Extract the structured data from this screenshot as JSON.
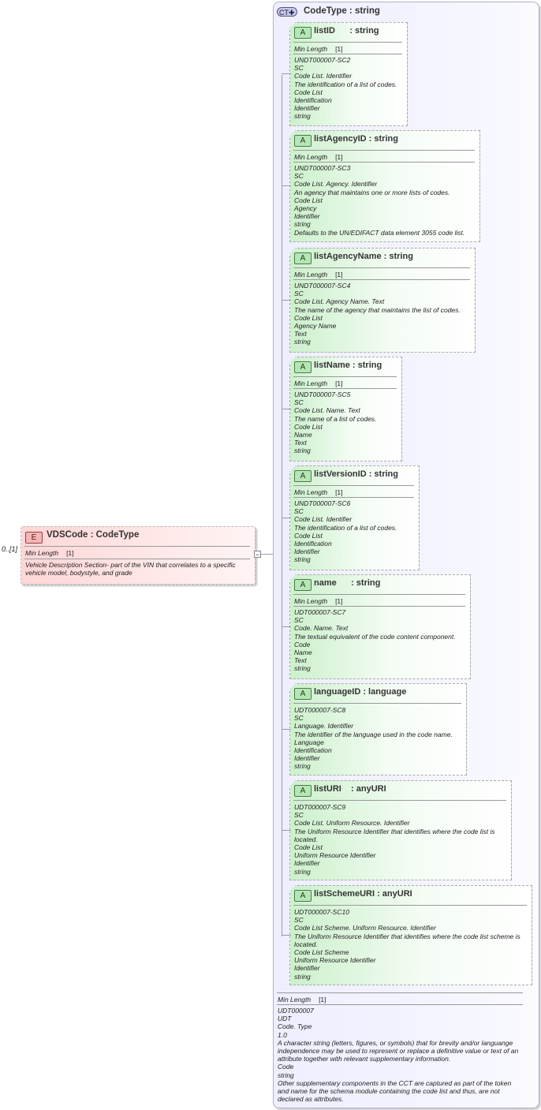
{
  "element": {
    "badge": "E",
    "title": "VDSCode : CodeType",
    "cardinality": "0..[1]",
    "facet_name": "Min Length",
    "facet_value": "[1]",
    "doc": "Vehicle Description Section- part of the VIN that correlates to a specific vehicle model, bodystyle, and grade"
  },
  "complex_type": {
    "badge": "CT",
    "title": "CodeType : string",
    "facet_name": "Min Length",
    "facet_value": "[1]",
    "doc": "UDT000007\nUDT\nCode. Type\n1.0\nA character string (letters, figures, or symbols) that for brevity and/or languange independence may be used to represent or replace a definitive value or text of an attribute together with relevant supplementary information.\nCode\nstring\nOther supplementary components in the CCT are captured as part of the token and name for the schema module containing the code list and thus, are not declared as attributes."
  },
  "attributes": [
    {
      "badge": "A",
      "title": "listID      : string",
      "facet_name": "Min Length",
      "facet_value": "[1]",
      "doc": "UNDT000007-SC2\nSC\nCode List. Identifier\nThe identification of a list of codes.\nCode List\nIdentification\nIdentifier\nstring"
    },
    {
      "badge": "A",
      "title": "listAgencyID : string",
      "facet_name": "Min Length",
      "facet_value": "[1]",
      "doc": "UNDT000007-SC3\nSC\nCode List. Agency. Identifier\nAn agency that maintains one or more lists of codes.\nCode List\nAgency\nIdentifier\nstring\nDefaults to the UN/EDIFACT data element 3055 code list."
    },
    {
      "badge": "A",
      "title": "listAgencyName : string",
      "facet_name": "Min Length",
      "facet_value": "[1]",
      "doc": "UNDT000007-SC4\nSC\nCode List. Agency Name. Text\nThe name of the agency that maintains the list of codes.\nCode List\nAgency Name\nText\nstring"
    },
    {
      "badge": "A",
      "title": "listName : string",
      "facet_name": "Min Length",
      "facet_value": "[1]",
      "doc": "UNDT000007-SC5\nSC\nCode List. Name. Text\nThe name of a list of codes.\nCode List\nName\nText\nstring"
    },
    {
      "badge": "A",
      "title": "listVersionID : string",
      "facet_name": "Min Length",
      "facet_value": "[1]",
      "doc": "UNDT000007-SC6\nSC\nCode List. Identifier\nThe identification of a list of codes.\nCode List\nIdentification\nIdentifier\nstring"
    },
    {
      "badge": "A",
      "title": "name      : string",
      "facet_name": "Min Length",
      "facet_value": "[1]",
      "doc": "UDT000007-SC7\nSC\nCode. Name. Text\nThe textual equivalent of the code content component.\nCode\nName\nText\nstring"
    },
    {
      "badge": "A",
      "title": "languageID : language",
      "facet_name": "",
      "facet_value": "",
      "doc": "UDT000007-SC8\nSC\nLanguage. Identifier\nThe identifier of the language used in the code name.\nLanguage\nIdentification\nIdentifier\nstring"
    },
    {
      "badge": "A",
      "title": "listURI    : anyURI",
      "facet_name": "",
      "facet_value": "",
      "doc": "UDT000007-SC9\nSC\nCode List. Uniform Resource. Identifier\nThe Uniform Resource Identifier that identifies where the code list is located.\nCode List\nUniform Resource Identifier\nIdentifier\nstring"
    },
    {
      "badge": "A",
      "title": "listSchemeURI : anyURI",
      "facet_name": "",
      "facet_value": "",
      "doc": "UDT000007-SC10\nSC\nCode List Scheme. Uniform Resource. Identifier\nThe Uniform Resource Identifier that identifies where the code list scheme is located.\nCode List Scheme\nUniform Resource Identifier\nIdentifier\nstring"
    }
  ]
}
